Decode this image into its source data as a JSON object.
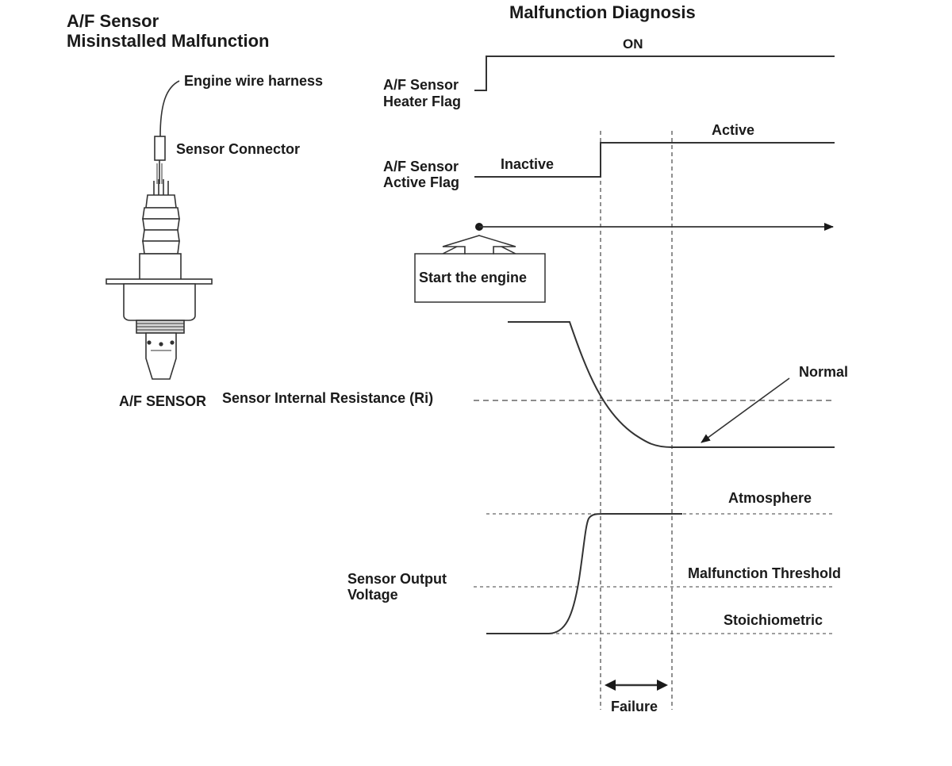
{
  "sensor_panel": {
    "title_line1": "A/F Sensor",
    "title_line2": "Misinstalled Malfunction",
    "wire_harness_label": "Engine wire harness",
    "connector_label": "Sensor Connector",
    "sensor_label": "A/F SENSOR"
  },
  "diagnosis": {
    "title": "Malfunction Diagnosis",
    "heater_flag": {
      "label_line1": "A/F Sensor",
      "label_line2": "Heater Flag",
      "state_on": "ON"
    },
    "active_flag": {
      "label_line1": "A/F Sensor",
      "label_line2": "Active Flag",
      "state_inactive": "Inactive",
      "state_active": "Active"
    },
    "start_engine_label": "Start the engine",
    "resistance": {
      "label": "Sensor Internal Resistance (Ri)",
      "normal_label": "Normal"
    },
    "voltage": {
      "label_line1": "Sensor Output",
      "label_line2": "Voltage",
      "atmosphere_label": "Atmosphere",
      "threshold_label": "Malfunction Threshold",
      "stoichiometric_label": "Stoichiometric"
    },
    "failure_label": "Failure"
  }
}
